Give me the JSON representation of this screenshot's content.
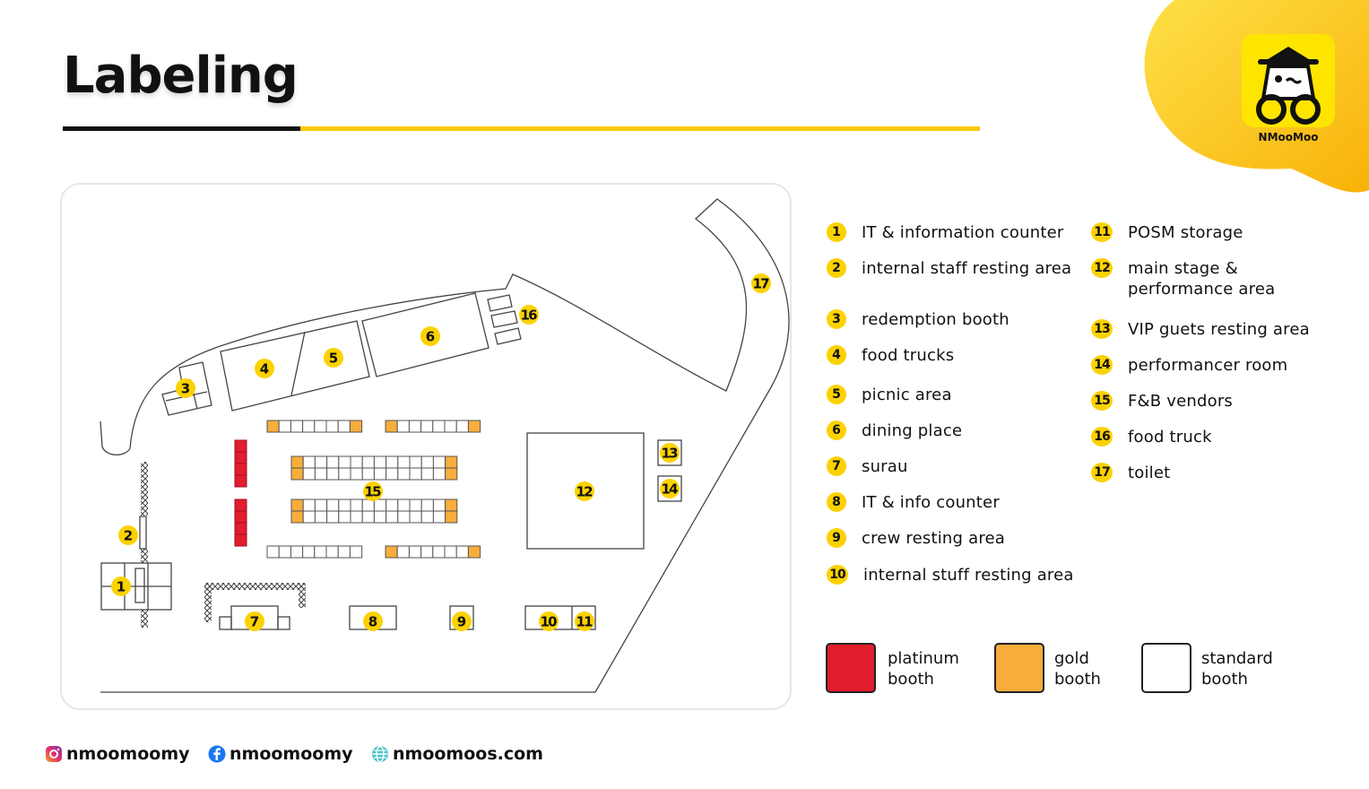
{
  "title": "Labeling",
  "brand": {
    "name": "NMooMoo"
  },
  "colors": {
    "accent": "#f9c80e",
    "badge": "#fbd200",
    "platinum": "#e11d2e",
    "gold": "#f8ad3c",
    "standard": "#ffffff"
  },
  "map": {
    "labels": [
      "1",
      "2",
      "3",
      "4",
      "5",
      "6",
      "7",
      "8",
      "9",
      "10",
      "11",
      "12",
      "13",
      "14",
      "15",
      "16",
      "17"
    ]
  },
  "legend": [
    {
      "num": "1",
      "label": "IT & information counter"
    },
    {
      "num": "2",
      "label": "internal staff resting area"
    },
    {
      "num": "3",
      "label": "redemption booth"
    },
    {
      "num": "4",
      "label": "food trucks"
    },
    {
      "num": "5",
      "label": "picnic area"
    },
    {
      "num": "6",
      "label": "dining place"
    },
    {
      "num": "7",
      "label": "surau"
    },
    {
      "num": "8",
      "label": "IT & info counter"
    },
    {
      "num": "9",
      "label": "crew resting area"
    },
    {
      "num": "10",
      "label": "internal stuff resting area"
    },
    {
      "num": "11",
      "label": "POSM storage"
    },
    {
      "num": "12",
      "label": "main stage & performance area"
    },
    {
      "num": "13",
      "label": "VIP guets resting area"
    },
    {
      "num": "14",
      "label": "performancer room"
    },
    {
      "num": "15",
      "label": "F&B vendors"
    },
    {
      "num": "16",
      "label": "food truck"
    },
    {
      "num": "17",
      "label": "toilet"
    }
  ],
  "booth_types": [
    {
      "name": "platinum booth",
      "color": "#e11d2e"
    },
    {
      "name": "gold booth",
      "color": "#f8ad3c"
    },
    {
      "name": "standard booth",
      "color": "#ffffff"
    }
  ],
  "social": {
    "instagram": "nmoomoomy",
    "facebook": "nmoomoomy",
    "website": "nmoomoos.com"
  }
}
